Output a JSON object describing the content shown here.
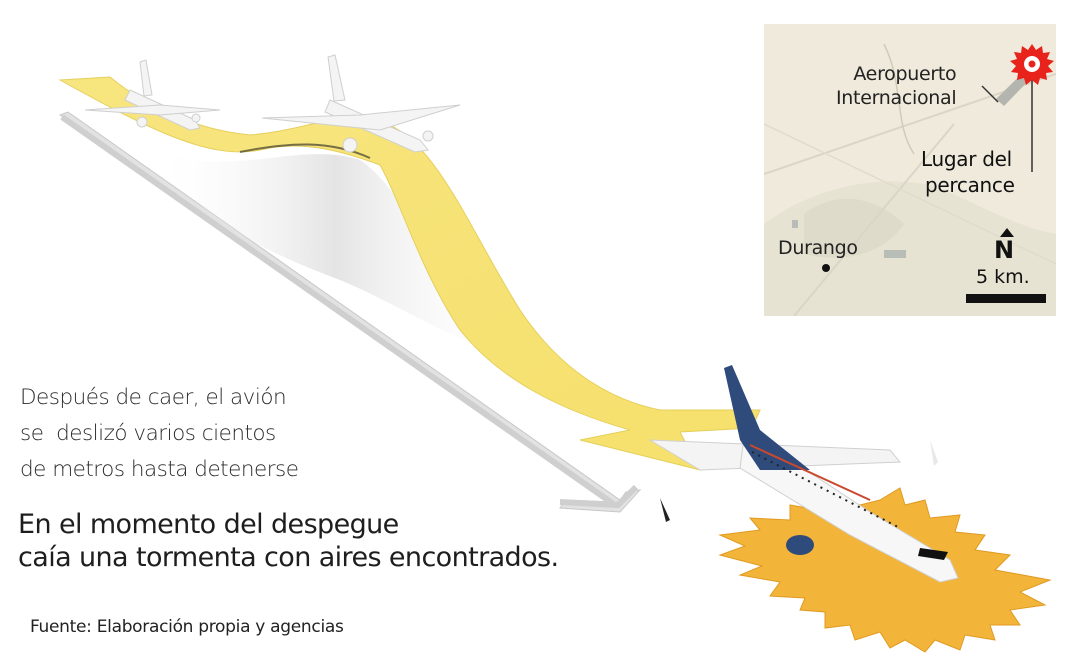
{
  "illustration": {
    "description": "3D infographic of an aircraft taking off, dropping from a yellow path and sliding to a stop on an orange impact burst",
    "colors": {
      "path_yellow": "#f5e27a",
      "impact_orange": "#f3b43a",
      "aircraft_tail_blue": "#2f4b7c",
      "arrow_gray": "#d9d9d9"
    }
  },
  "captions": {
    "slide_lines": [
      "Después de caer, el avión",
      "se  deslizó varios cientos",
      "de metros hasta detenerse"
    ],
    "weather_lines": [
      "En el momento del despegue",
      "caía una tormenta con aires encontrados."
    ]
  },
  "source": "Fuente: Elaboración propia y agencias",
  "map": {
    "airport_label_lines": [
      "Aeropuerto",
      "Internacional"
    ],
    "crash_label_lines": [
      "Lugar del",
      "percance"
    ],
    "city_label": "Durango",
    "north_label": "N",
    "scale_label": "5 km.",
    "colors": {
      "background": "#efeadb",
      "marker_red": "#e8231c",
      "runway_gray": "#b5b5b0"
    }
  }
}
